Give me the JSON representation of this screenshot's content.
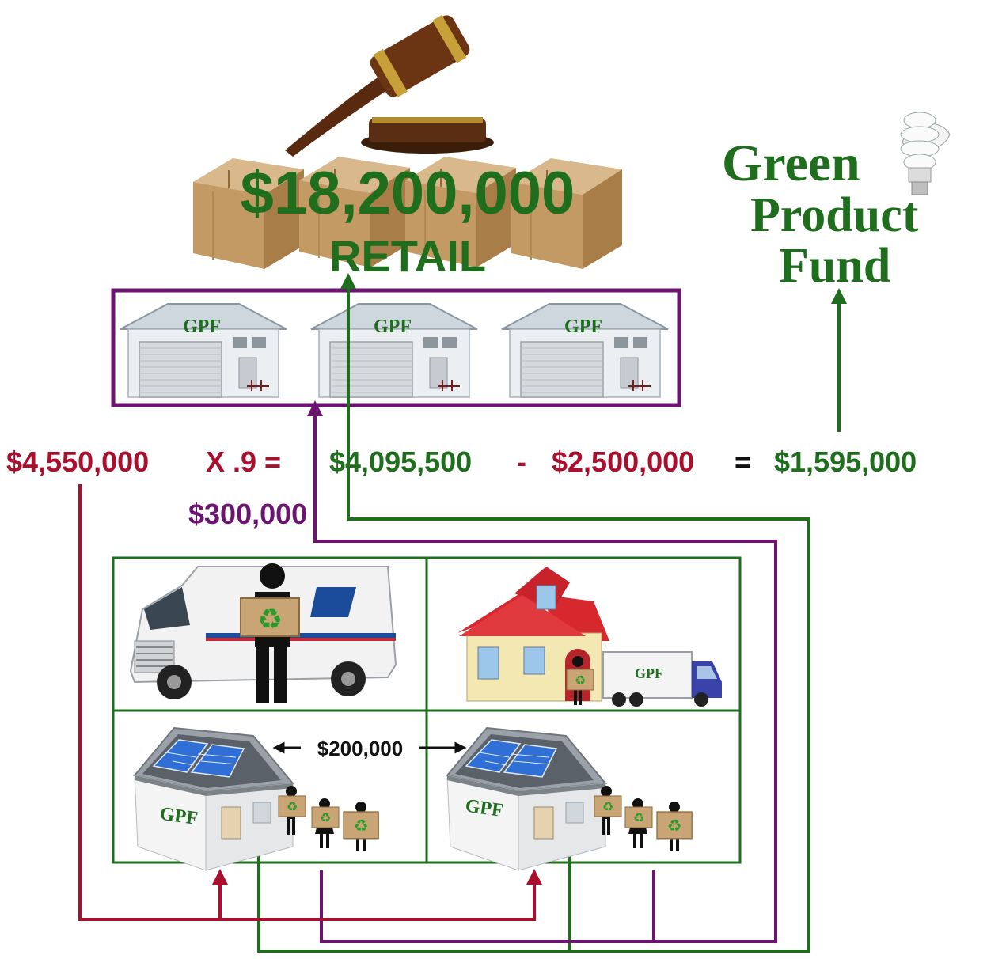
{
  "colors": {
    "green": "#1e6e1e",
    "red": "#a8102e",
    "purple": "#6b1570",
    "black": "#111111",
    "box_brown": "#c9a576",
    "solar_blue": "#2f6fd6"
  },
  "auction": {
    "icon": "gavel-icon",
    "amount": "$18,200,000",
    "label": "RETAIL"
  },
  "logo": {
    "line1": "Green",
    "line2": "Product",
    "line3": "Fund",
    "icon": "cfl-bulb-icon"
  },
  "warehouses": [
    {
      "sign": "GPF"
    },
    {
      "sign": "GPF"
    },
    {
      "sign": "GPF"
    }
  ],
  "equation": {
    "gross": "$4,550,000",
    "multiplier": "X .9 =",
    "net": "$4,095,500",
    "minus": "-",
    "cost": "$2,500,000",
    "equals": "=",
    "result": "$1,595,000"
  },
  "warehouse_flow": "$300,000",
  "collection": {
    "mail_truck_icon": "mail-truck-icon",
    "house_icon": "house-icon",
    "truck_sign": "GPF",
    "hub_transfer": "$200,000",
    "solar_hub_sign_1": "GPF",
    "solar_hub_sign_2": "GPF"
  }
}
